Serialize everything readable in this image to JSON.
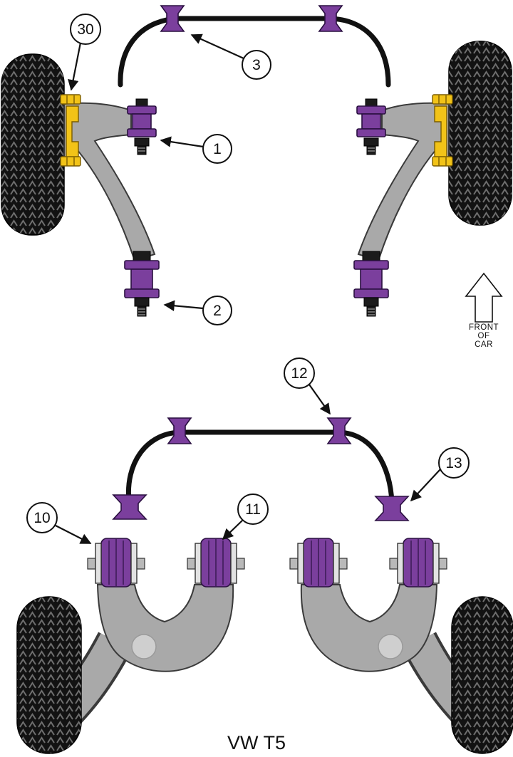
{
  "title": "VW T5",
  "front_of_car": {
    "line1": "FRONT",
    "line2": "OF",
    "line3": "CAR"
  },
  "callouts": {
    "c1": "1",
    "c2": "2",
    "c3": "3",
    "c30": "30",
    "c10": "10",
    "c11": "11",
    "c12": "12",
    "c13": "13"
  },
  "colors": {
    "bush_purple": "#7b3f9d",
    "bolt_yellow": "#f2c318",
    "arm_gray": "#a9a9a9",
    "tire_black": "#121212",
    "outline": "#111111"
  }
}
